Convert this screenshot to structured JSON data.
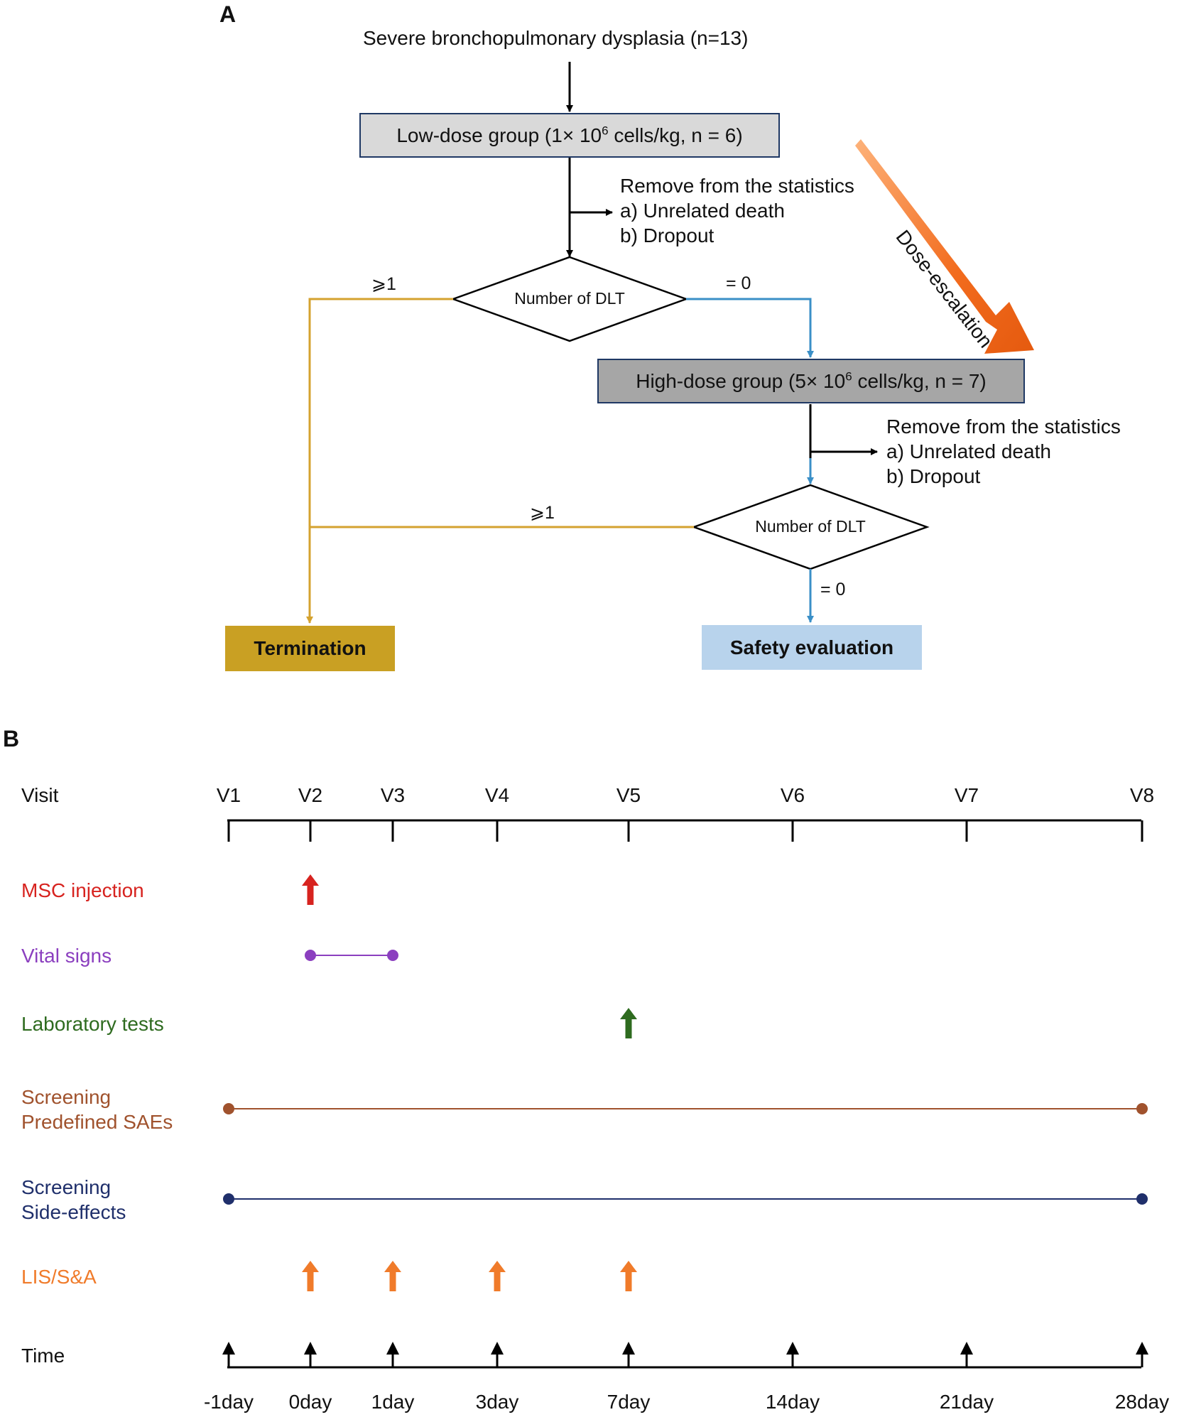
{
  "panel_a": {
    "label": "A",
    "start_text": "Severe bronchopulmonary dysplasia (n=13)",
    "low_dose": {
      "pre": "Low-dose group (1× 10",
      "sup": "6",
      "post": " cells/kg, n = 6)"
    },
    "high_dose": {
      "pre": "High-dose group (5× 10",
      "sup": "6",
      "post": " cells/kg, n = 7)"
    },
    "remove_1": [
      "Remove from the statistics",
      "a) Unrelated death",
      "b) Dropout"
    ],
    "remove_2": [
      "Remove from the statistics",
      "a) Unrelated death",
      "b) Dropout"
    ],
    "decision_1": "Number of DLT",
    "decision_2": "Number of DLT",
    "cond_ge1_a": "⩾1",
    "cond_eq0_a": "= 0",
    "cond_ge1_b": "⩾1",
    "cond_eq0_b": "= 0",
    "escalation": "Dose-escalation",
    "termination": "Termination",
    "safety": "Safety evaluation",
    "colors": {
      "termination": "#c9a023",
      "safety": "#b8d3ec",
      "low_box": "#d9d9d9",
      "high_box": "#a6a6a6",
      "yellow_path": "#d4a22f",
      "blue_path": "#3a8fc7",
      "escalation_arrow": "#f26b1d"
    }
  },
  "panel_b": {
    "label": "B",
    "visit_header": "Visit",
    "visits": [
      "V1",
      "V2",
      "V3",
      "V4",
      "V5",
      "V6",
      "V7",
      "V8"
    ],
    "times": [
      "-1day",
      "0day",
      "1day",
      "3day",
      "7day",
      "14day",
      "21day",
      "28day"
    ],
    "rows": [
      {
        "key": "msc",
        "label": [
          "MSC injection"
        ],
        "color": "#d7231f",
        "marker": "arrow",
        "visits": [
          "V2"
        ]
      },
      {
        "key": "vital",
        "label": [
          "Vital signs"
        ],
        "color": "#8b3fbf",
        "marker": "span",
        "visits": [
          "V2",
          "V3"
        ]
      },
      {
        "key": "lab",
        "label": [
          "Laboratory tests"
        ],
        "color": "#2e6b1f",
        "marker": "arrow",
        "visits": [
          "V5"
        ]
      },
      {
        "key": "sae",
        "label": [
          "Screening",
          "Predefined SAEs"
        ],
        "color": "#a0522d",
        "marker": "span",
        "visits": [
          "V1",
          "V8"
        ]
      },
      {
        "key": "side",
        "label": [
          "Screening",
          "Side-effects"
        ],
        "color": "#1f2f6b",
        "marker": "span",
        "visits": [
          "V1",
          "V8"
        ]
      },
      {
        "key": "lis",
        "label": [
          "LIS/S&A"
        ],
        "color": "#f07b2a",
        "marker": "arrow",
        "visits": [
          "V2",
          "V3",
          "V4",
          "V5"
        ]
      }
    ],
    "time_header": "Time"
  }
}
